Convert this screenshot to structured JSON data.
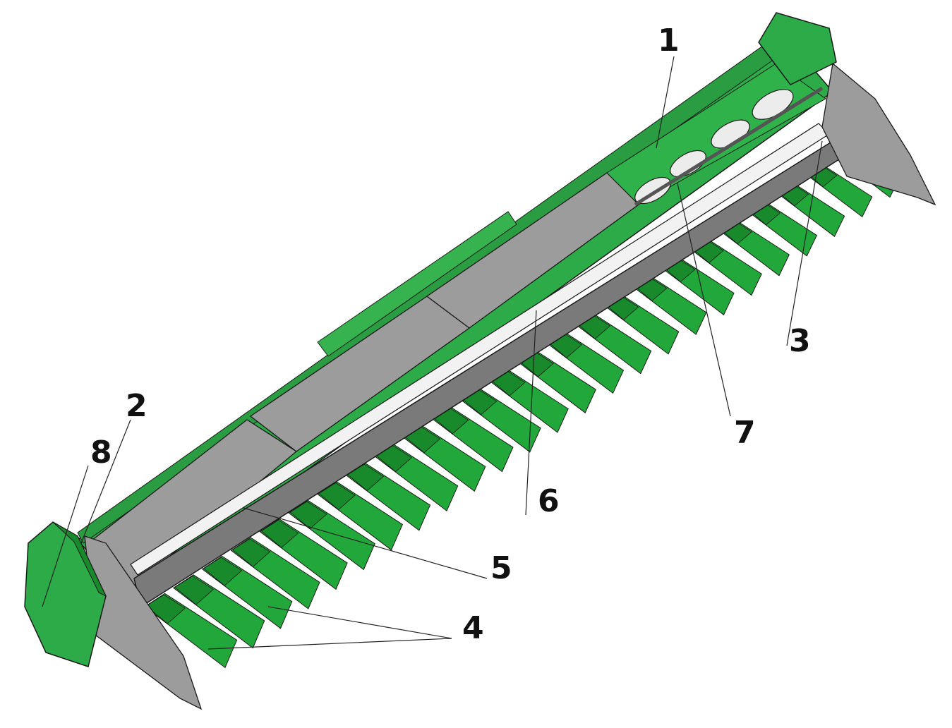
{
  "diagram": {
    "callouts": [
      {
        "id": "1",
        "label": "1"
      },
      {
        "id": "2",
        "label": "2"
      },
      {
        "id": "3",
        "label": "3"
      },
      {
        "id": "4",
        "label": "4"
      },
      {
        "id": "5",
        "label": "5"
      },
      {
        "id": "6",
        "label": "6"
      },
      {
        "id": "7",
        "label": "7"
      },
      {
        "id": "8",
        "label": "8"
      }
    ],
    "colors": {
      "body_green": "#2dab48",
      "divider_green": "#22a83a",
      "dark_green": "#188a2c",
      "panel_gray": "#9c9c9c",
      "beam_gray": "#7a7a7a",
      "outline": "#1a1a1a",
      "auger_white": "#ececec"
    }
  }
}
